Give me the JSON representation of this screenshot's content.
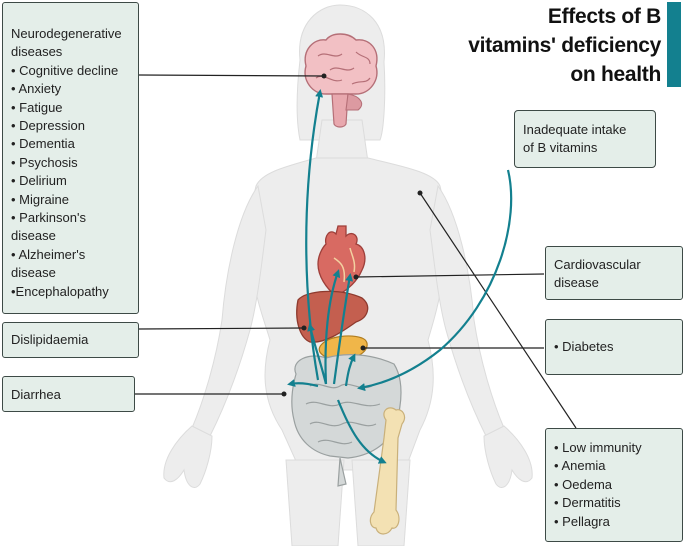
{
  "title": [
    "Effects of B",
    "vitamins' deficiency",
    "on health"
  ],
  "accent_color": "#13808f",
  "box_color": "#e4eee9",
  "neuro": {
    "heading": [
      "Neurodegenerative",
      "diseases"
    ],
    "items": [
      "• Cognitive decline",
      "• Anxiety",
      "• Fatigue",
      "• Depression",
      "• Dementia",
      "• Psychosis",
      "• Delirium",
      "• Migraine",
      "• Parkinson's",
      "disease",
      "• Alzheimer's",
      "disease",
      "•Encephalopathy"
    ]
  },
  "dislipidaemia": "Dislipidaemia",
  "diarrhea": "Diarrhea",
  "inadequate": [
    "Inadequate intake",
    "of B vitamins"
  ],
  "cardio": [
    "Cardiovascular",
    "disease"
  ],
  "diabetes": "• Diabetes",
  "immunity": {
    "items": [
      "• Low immunity",
      "• Anemia",
      "• Oedema",
      "• Dermatitis",
      "• Pellagra"
    ]
  },
  "icons": [
    "brain-icon",
    "heart-icon",
    "liver-icon",
    "pancreas-icon",
    "intestine-icon",
    "femur-bone-icon",
    "human-body-silhouette"
  ]
}
